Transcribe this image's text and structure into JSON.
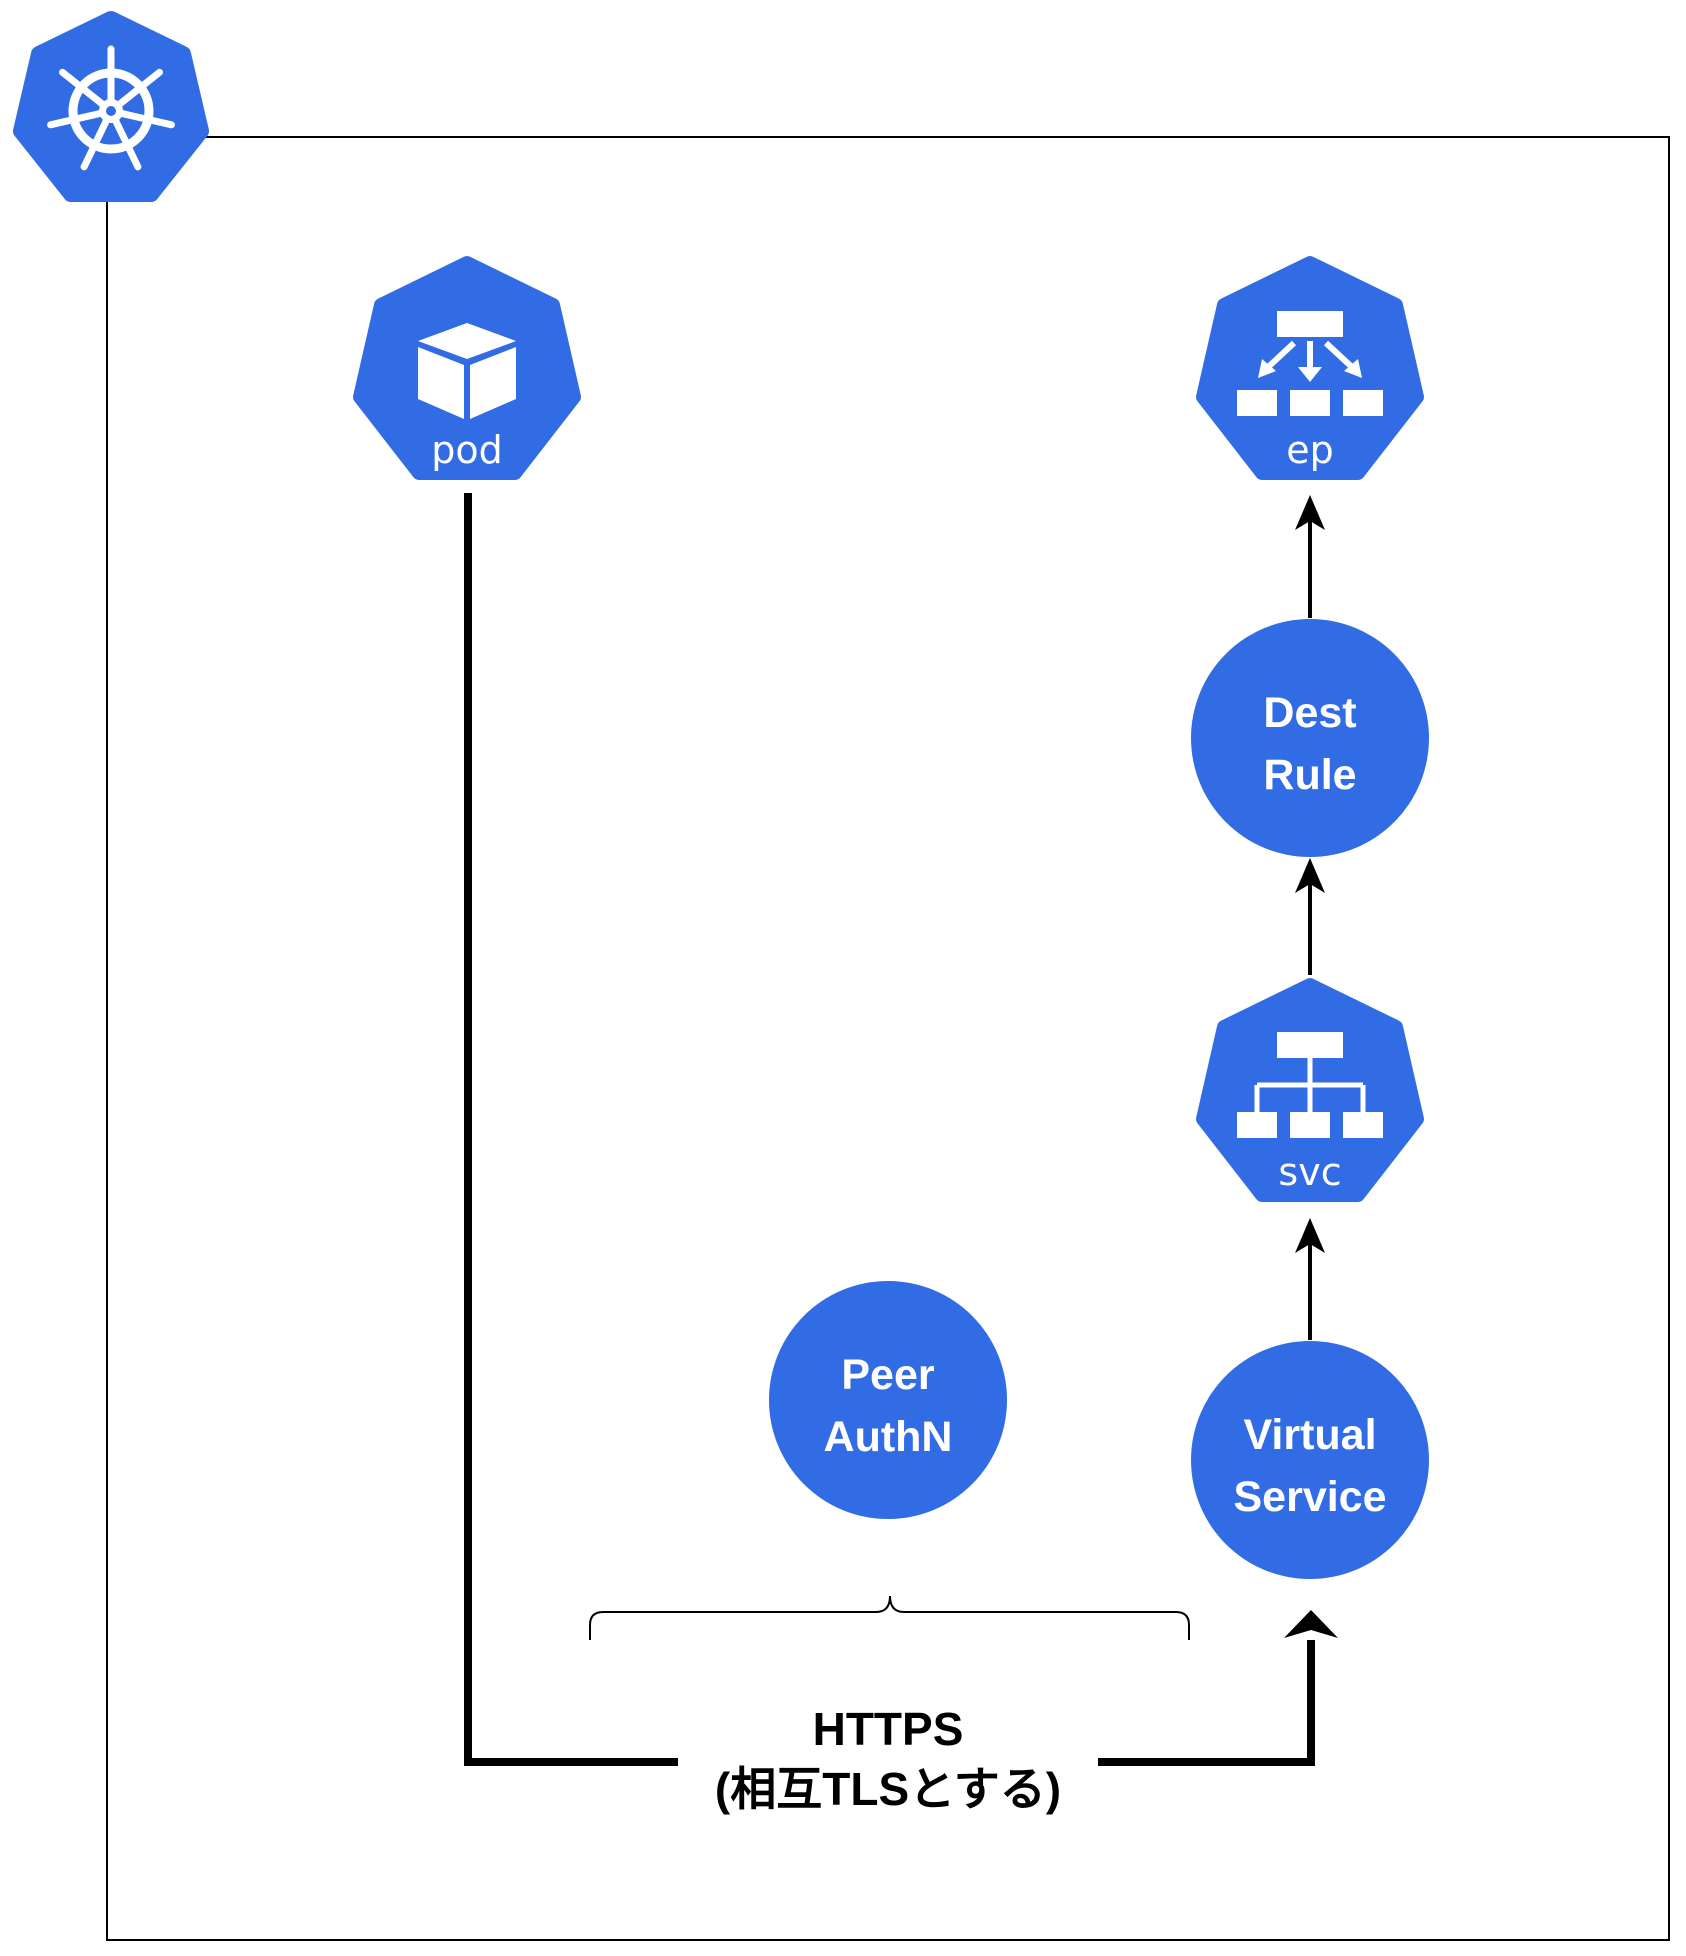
{
  "colors": {
    "node_fill": "#326ce5",
    "icon_fill": "#ffffff",
    "line": "#000000",
    "background": "#ffffff"
  },
  "cluster": {
    "icon": "kubernetes-helm-wheel-icon"
  },
  "nodes": {
    "pod": {
      "label": "pod",
      "icon": "cube-icon"
    },
    "ep": {
      "label": "ep",
      "icon": "endpoints-icon"
    },
    "svc": {
      "label": "svc",
      "icon": "service-tree-icon"
    },
    "dest_rule": {
      "line1": "Dest",
      "line2": "Rule"
    },
    "virtual_service": {
      "line1": "Virtual",
      "line2": "Service"
    },
    "peer_authn": {
      "line1": "Peer",
      "line2": "AuthN"
    }
  },
  "edges": {
    "https": {
      "line1": "HTTPS",
      "line2": "(相互TLSとする)"
    }
  }
}
